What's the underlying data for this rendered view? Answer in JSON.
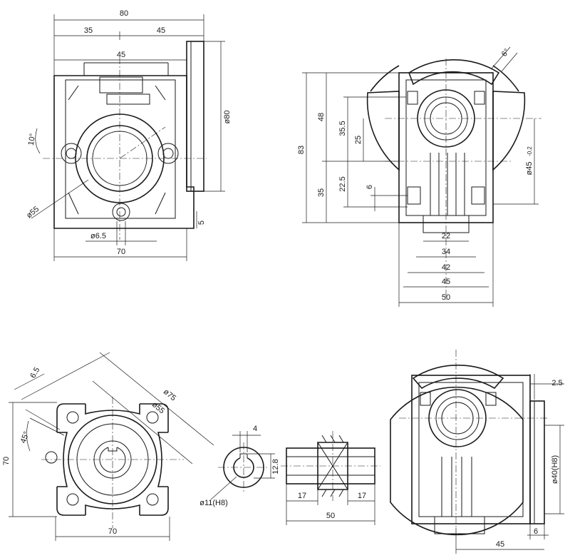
{
  "view_front": {
    "d80": "80",
    "d35": "35",
    "d45": "45",
    "d45b": "45",
    "dia80": "ø80",
    "dia55": "ø55",
    "ang10": "10°",
    "d5": "5",
    "dia6_5": "ø6.5",
    "d70": "70"
  },
  "view_side": {
    "d83": "83",
    "d48": "48",
    "d35_5": "35.5",
    "d25": "25",
    "d22_5": "22.5",
    "d35": "35",
    "d6": "6",
    "d6deg": "6°",
    "dia45": "ø45",
    "dia45_tol": "-0.2",
    "d22": "22",
    "d34": "34",
    "d42": "42",
    "d45": "45",
    "d50": "50"
  },
  "view_flange": {
    "d6_5": "6.5",
    "dia75": "ø75",
    "dia55": "ø55",
    "ang45": "45°",
    "d70v": "70",
    "d70h": "70"
  },
  "view_bore": {
    "d4": "4",
    "d12_8": "12.8",
    "dia11": "ø11(H8)"
  },
  "view_shaft": {
    "d17a": "17",
    "d17b": "17",
    "d50": "50"
  },
  "view_assembly": {
    "d2_5": "2.5",
    "dia40": "ø40(H8)",
    "d6": "6",
    "d45": "45"
  }
}
